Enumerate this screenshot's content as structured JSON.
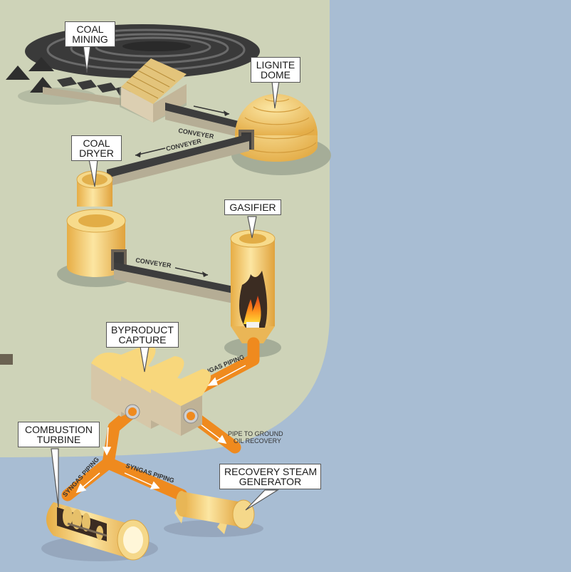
{
  "labels": {
    "coal_mining": [
      "COAL",
      "MINING"
    ],
    "lignite_dome": [
      "LIGNITE",
      "DOME"
    ],
    "coal_dryer": [
      "COAL",
      "DRYER"
    ],
    "gasifier": [
      "GASIFIER"
    ],
    "byproduct_capture": [
      "BYPRODUCT",
      "CAPTURE"
    ],
    "combustion_turbine": [
      "COMBUSTION",
      "TURBINE"
    ],
    "recovery_steam_generator": [
      "RECOVERY STEAM",
      "GENERATOR"
    ]
  },
  "pipe_labels": {
    "conveyer_1": "CONVEYER",
    "conveyer_2": "CONVEYER",
    "conveyer_3": "CONVEYER",
    "syngas_piping_1": "SYNGAS PIPING",
    "syngas_piping_2": "SYNGAS PIPING",
    "syngas_piping_3": "SYNGAS PIPING",
    "pipe_to_ground": [
      "PIPE TO GROUND",
      "OIL RECOVERY"
    ]
  },
  "colors": {
    "land": "#ced3b8",
    "water": "#a8bdd3",
    "shadow": "#a5ad98",
    "structure_yellow": "#f7d77a",
    "structure_shade": "#e9b84f",
    "pipe_orange": "#ef8a1e",
    "conveyor_dark": "#3d3d3d",
    "building_wall": "#d8cdb4",
    "roof": "#e7c97d"
  }
}
